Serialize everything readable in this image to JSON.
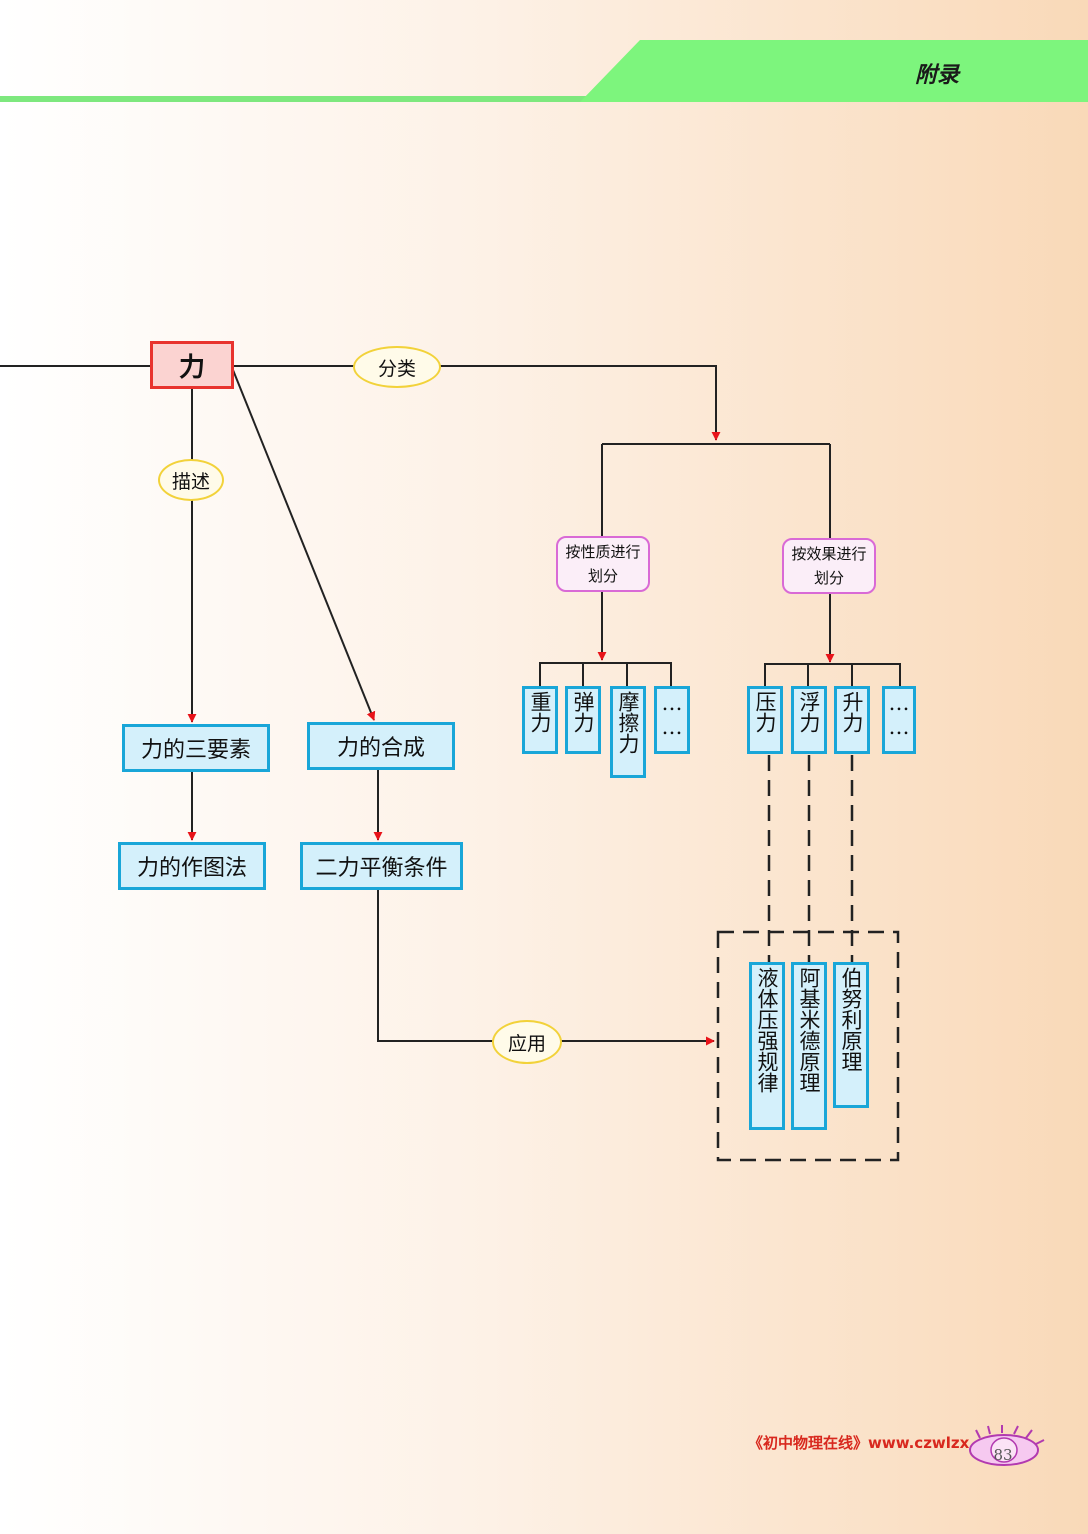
{
  "header": {
    "title": "附录"
  },
  "root": {
    "label": "力"
  },
  "links": {
    "classify": "分类",
    "describe": "描述",
    "apply": "应用"
  },
  "methods": {
    "by_nature": "按性质进行划分",
    "by_effect": "按效果进行划分"
  },
  "by_nature_items": [
    "重力",
    "弹力",
    "摩擦力",
    "……"
  ],
  "by_effect_items": [
    "压力",
    "浮力",
    "升力",
    "……"
  ],
  "principles": [
    "液体压强规律",
    "阿基米德原理",
    "伯努利原理"
  ],
  "describe_chain": {
    "first": "力的三要素",
    "second": "力的作图法"
  },
  "compose_chain": {
    "first": "力的合成",
    "second": "二力平衡条件"
  },
  "footer": {
    "site_text": "《初中物理在线》www.czwlzx.com",
    "page_number": "83"
  },
  "colors": {
    "header_green": "#7df57d",
    "root_border": "#e8332e",
    "root_fill": "#fbd3d1",
    "oval_border": "#f2d23a",
    "method_border": "#d96ad6",
    "box_border": "#19a6d8",
    "box_fill": "#d4f0fb",
    "arrow_red": "#e8131a",
    "footer_red": "#d8281e"
  }
}
